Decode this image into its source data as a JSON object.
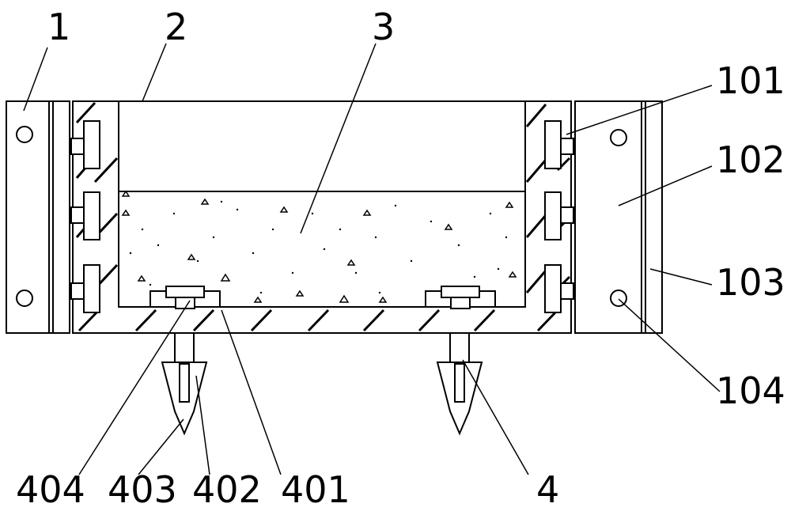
{
  "labels": {
    "l1": "1",
    "l2": "2",
    "l3": "3",
    "l101": "101",
    "l102": "102",
    "l103": "103",
    "l104": "104",
    "l404": "404",
    "l403": "403",
    "l402": "402",
    "l401": "401",
    "l4": "4"
  }
}
